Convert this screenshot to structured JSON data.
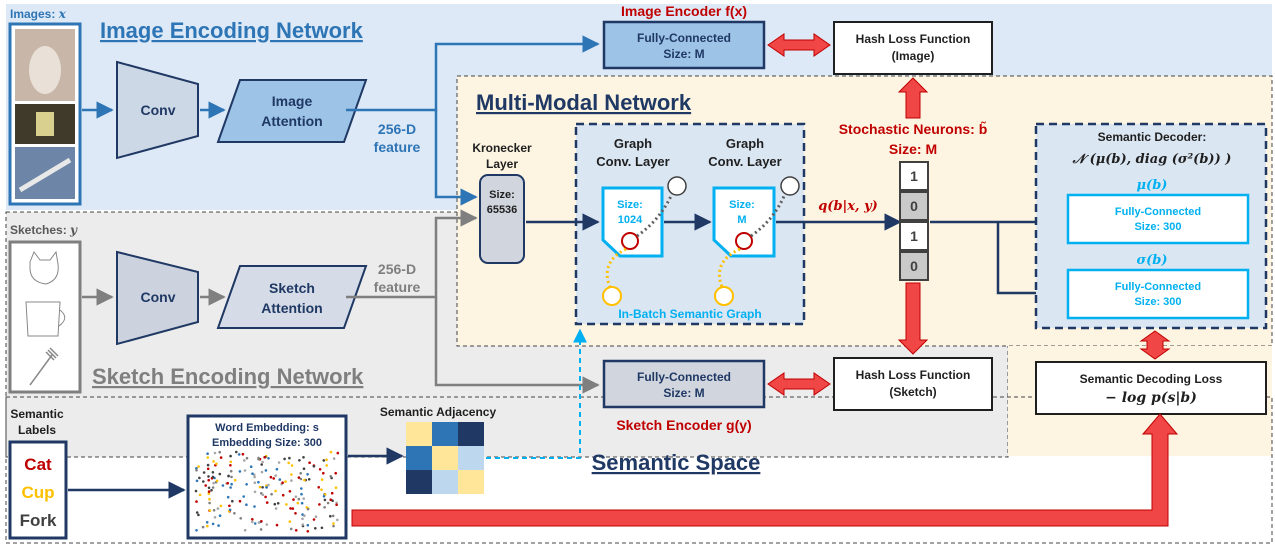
{
  "image_network": {
    "title": "Image Encoding Network",
    "input_label": "Images:",
    "input_var": "x",
    "conv": "Conv",
    "attention": [
      "Image",
      "Attention"
    ],
    "feature": [
      "256-D",
      "feature"
    ]
  },
  "image_encoder": {
    "title": "Image Encoder f(x)",
    "fc": [
      "Fully-Connected",
      "Size: M"
    ],
    "hash_loss": [
      "Hash Loss Function",
      "(Image)"
    ]
  },
  "multimodal": {
    "title": "Multi-Modal Network",
    "kronecker_label": [
      "Kronecker",
      "Layer"
    ],
    "kronecker_size": [
      "Size:",
      "65536"
    ],
    "graph_layer_1": [
      "Graph",
      "Conv. Layer"
    ],
    "graph_layer_2": [
      "Graph",
      "Conv. Layer"
    ],
    "graph_size_1": [
      "Size:",
      "1024"
    ],
    "graph_size_2": [
      "Size:",
      "M"
    ],
    "in_batch_graph": "In-Batch Semantic Graph",
    "posterior": "q(b|x, y)"
  },
  "stochastic": {
    "title": "Stochastic Neurons: b̃",
    "size": "Size: M",
    "bits": [
      "1",
      "0",
      "1",
      "0"
    ]
  },
  "semantic_decoder": {
    "title": "Semantic Decoder:",
    "distribution": "𝒩 (μ(b), diag (σ²(b)) )",
    "mu": "μ(b)",
    "sigma": "σ(b)",
    "fc_mu": [
      "Fully-Connected",
      "Size: 300"
    ],
    "fc_sigma": [
      "Fully-Connected",
      "Size: 300"
    ]
  },
  "semantic_loss": [
    "Semantic Decoding Loss",
    "− log p(s|b)"
  ],
  "sketch_network": {
    "title": "Sketch Encoding Network",
    "input_label": "Sketches:",
    "input_var": "y",
    "conv": "Conv",
    "attention": [
      "Sketch",
      "Attention"
    ],
    "feature": [
      "256-D",
      "feature"
    ]
  },
  "sketch_encoder": {
    "title": "Sketch Encoder g(y)",
    "fc": [
      "Fully-Connected",
      "Size: M"
    ],
    "hash_loss": [
      "Hash Loss Function",
      "(Sketch)"
    ]
  },
  "semantic_space": {
    "title": "Semantic Space",
    "labels_title": [
      "Semantic",
      "Labels"
    ],
    "labels": [
      "Cat",
      "Cup",
      "Fork"
    ],
    "embedding_title": [
      "Word Embedding: s",
      "Embedding Size: 300"
    ],
    "adjacency_title": "Semantic Adjacency"
  },
  "colors": {
    "image_blue": "#2e75b6",
    "dark_navy": "#1f3864",
    "cyan": "#00b0f0",
    "red_arrow": "#f04646",
    "region_image": "#dde9f6",
    "region_sketch": "#ececec",
    "region_multimodal": "#fdf5e2"
  }
}
